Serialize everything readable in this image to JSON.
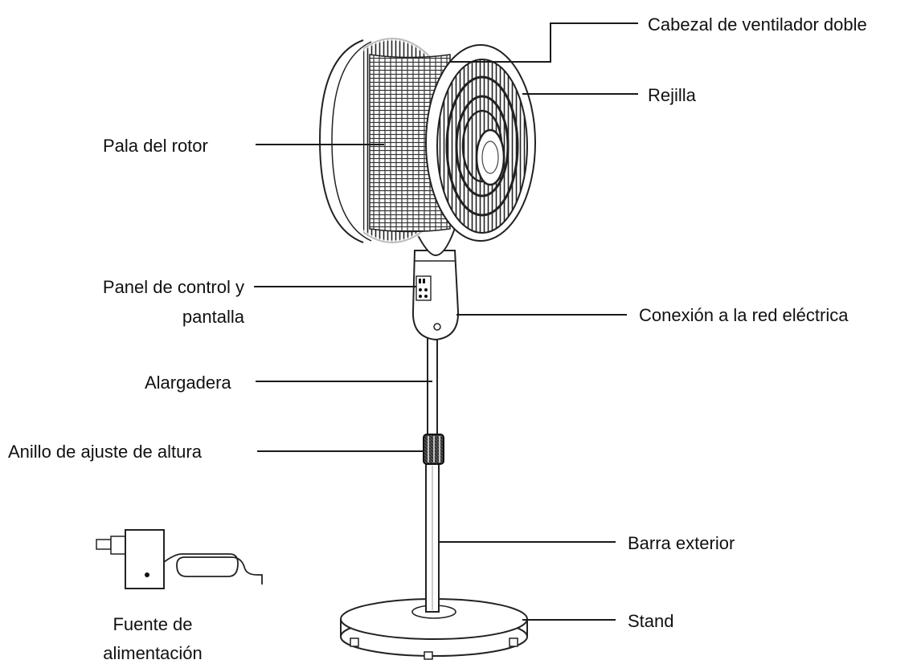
{
  "labels": {
    "dual_fan_head": "Cabezal de ventilador doble",
    "grille": "Rejilla",
    "rotor_blade": "Pala del rotor",
    "control_panel_line1": "Panel de control y",
    "control_panel_line2": "pantalla",
    "mains_connection": "Conexión a la red eléctrica",
    "extension": "Alargadera",
    "height_ring": "Anillo de ajuste de altura",
    "outer_bar": "Barra exterior",
    "stand": "Stand",
    "power_supply_line1": "Fuente de",
    "power_supply_line2": "alimentación"
  },
  "colors": {
    "line": "#1a1a1a",
    "text": "#111111",
    "background": "#ffffff"
  }
}
